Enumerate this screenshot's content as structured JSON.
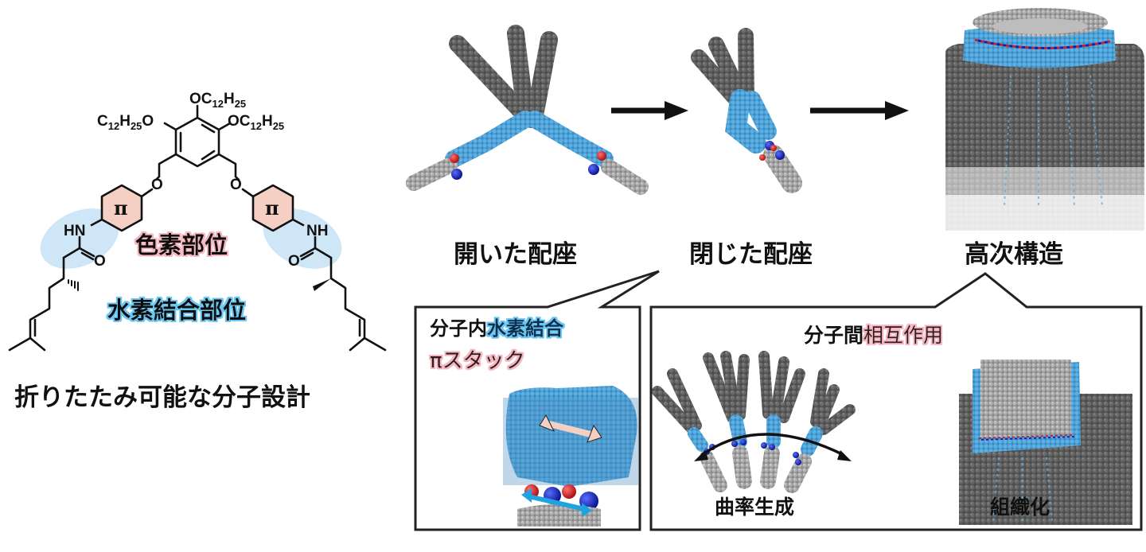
{
  "molecule": {
    "substituents": {
      "top": "OC12H25",
      "left": "C12H25O",
      "right": "OC12H25"
    },
    "atoms": {
      "ether_left": "O",
      "ether_right": "O",
      "amide_n_left": "HN",
      "amide_n_right": "NH",
      "carbonyl_o_left": "O",
      "carbonyl_o_right": "O",
      "pi_left": "π",
      "pi_right": "π"
    },
    "dye_site_label": "色素部位",
    "hbond_site_label": "水素結合部位",
    "caption": "折りたたみ可能な分子設計"
  },
  "stages": [
    {
      "label": "開いた配座"
    },
    {
      "label": "閉じた配座"
    },
    {
      "label": "高次構造"
    }
  ],
  "callout_intra": {
    "title_black": "分子内",
    "title_blue": "水素結合",
    "subtitle_pink": "πスタック"
  },
  "callout_inter": {
    "title_black": "分子間",
    "title_pink": "相互作用",
    "left_label": "曲率生成",
    "right_label": "組織化"
  },
  "colors": {
    "carbon_dark": "#5a5a5a",
    "carbon_light": "#a9a9a9",
    "aromatic_blue": "#4aa3d8",
    "oxygen_red": "#d62020",
    "nitrogen_blue": "#1020b0",
    "hbond_highlight": "#cfe6f6",
    "pi_highlight": "#f6cfc4",
    "pink_text_glow": "#f2b8c0",
    "blue_text": "#1a6fa0"
  }
}
